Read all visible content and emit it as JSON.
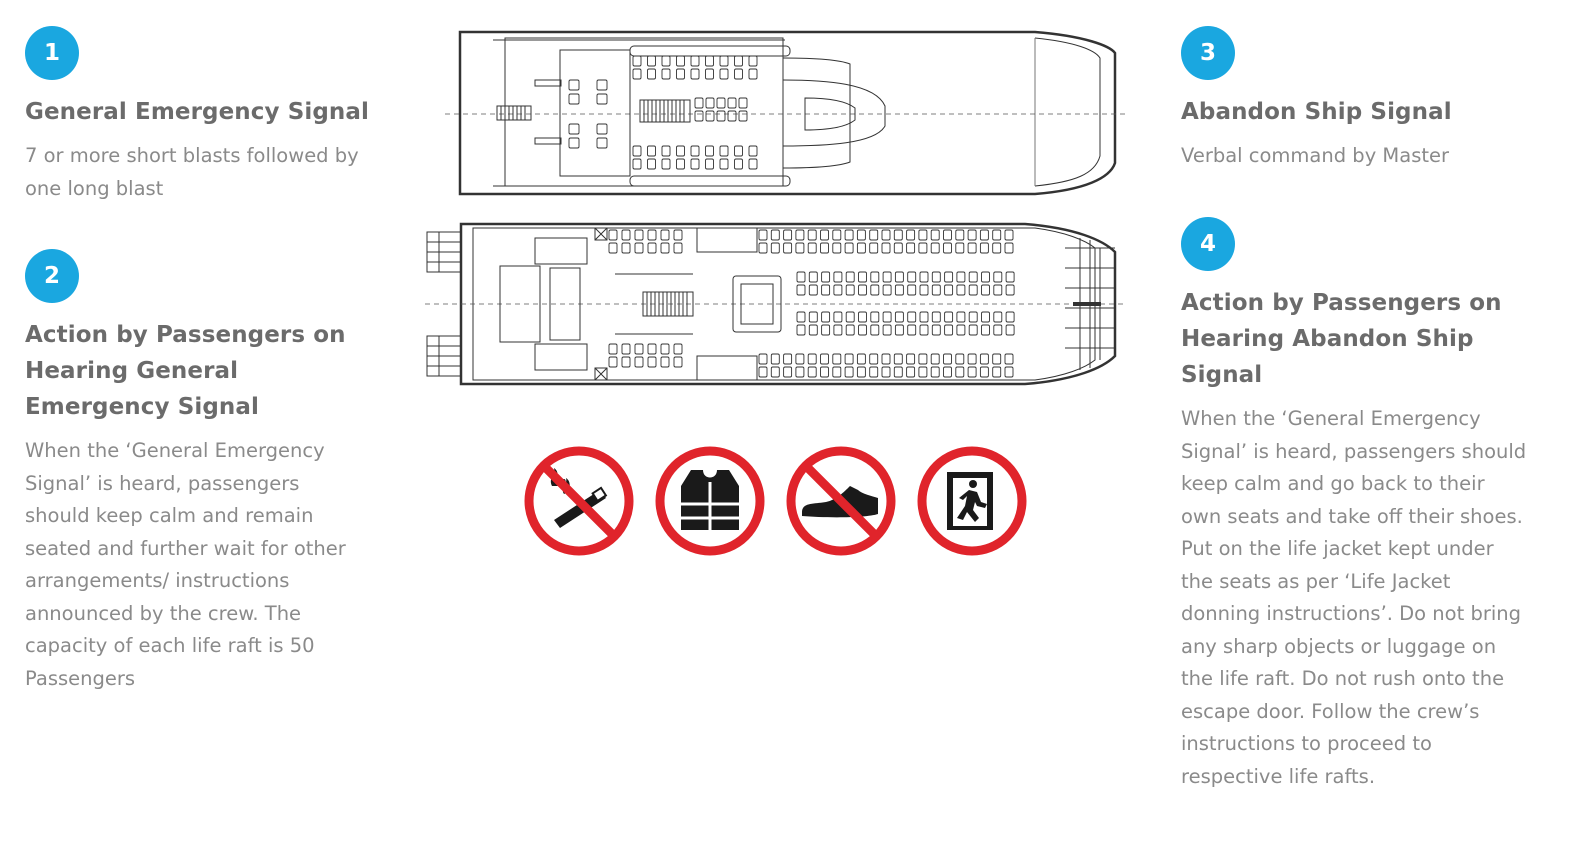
{
  "sections": {
    "general_signal": {
      "number": "1",
      "title": "General Emergency Signal",
      "body": "7 or more short blasts followed by one long blast"
    },
    "passengers_general": {
      "number": "2",
      "title": "Action by Passengers on Hearing General Emergency Signal",
      "body": "When the ‘General Emergency Signal’ is heard, passengers should keep calm and remain seated and further wait for other arrangements/ instructions announced by the crew. The capacity of each life raft is 50 Passengers"
    },
    "abandon_signal": {
      "number": "3",
      "title": "Abandon Ship Signal",
      "body": "Verbal command by Master"
    },
    "passengers_abandon": {
      "number": "4",
      "title": "Action by Passengers on Hearing Abandon Ship Signal",
      "body": "When the ‘General Emergency Signal’ is heard, passengers should keep calm and go back to their own seats and take off their shoes. Put on the life jacket kept under the seats as per ‘Life Jacket donning instructions’. Do not bring any sharp objects or luggage on the life raft. Do not rush onto the escape door. Follow the crew’s instructions to proceed to respective life rafts."
    }
  },
  "colors": {
    "badge": "#1aa7e0",
    "title": "#6b6b6b",
    "body": "#8a8a8a",
    "sign_ring": "#e0242b",
    "sign_icon": "#1a1a1a"
  },
  "icons": [
    "no-smoking-icon",
    "life-jacket-icon",
    "no-shoes-icon",
    "emergency-exit-icon"
  ]
}
